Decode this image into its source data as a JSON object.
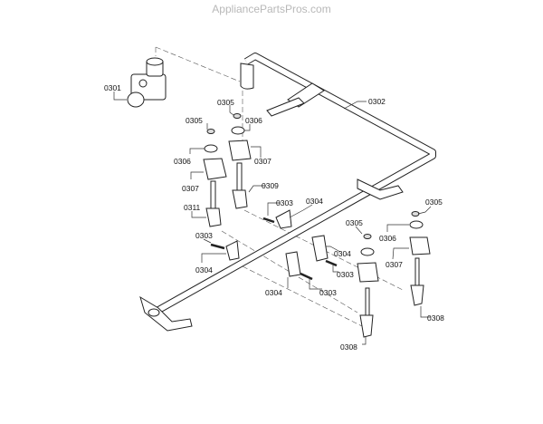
{
  "watermark": "AppliancePartsPros.com",
  "callouts": [
    "0301",
    "0302",
    "0305",
    "0305",
    "0306",
    "0306",
    "0307",
    "0307",
    "0309",
    "0311",
    "0303",
    "0304",
    "0305",
    "0305",
    "0306",
    "0303",
    "0304",
    "0307",
    "0304",
    "0303",
    "0304",
    "0303",
    "0308",
    "0308"
  ]
}
